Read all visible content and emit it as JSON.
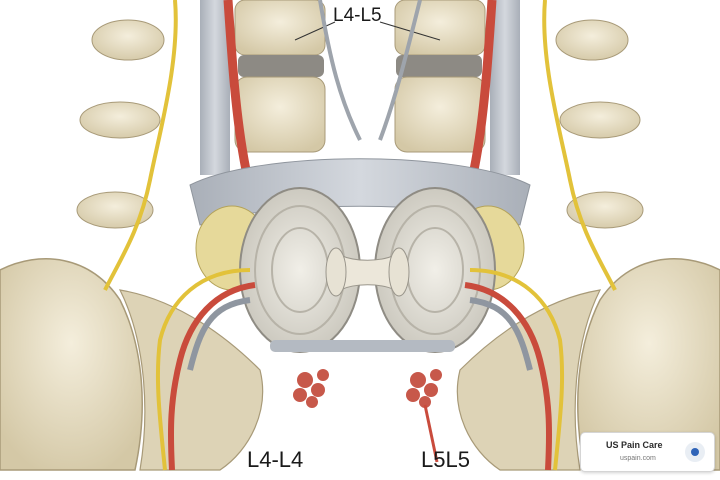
{
  "labels": {
    "top": "L4-L5",
    "left": "L4-L4",
    "right": "L5L5"
  },
  "badge": {
    "name": "US Pain Care",
    "url": "uspain.com"
  },
  "colors": {
    "bone": "#e9e1c8",
    "ligament": "#b9bfc6",
    "disc": "#e3e0d6",
    "nerve": "#e2c23a",
    "artery": "#c94b3c",
    "logo": "#2f64b8"
  }
}
